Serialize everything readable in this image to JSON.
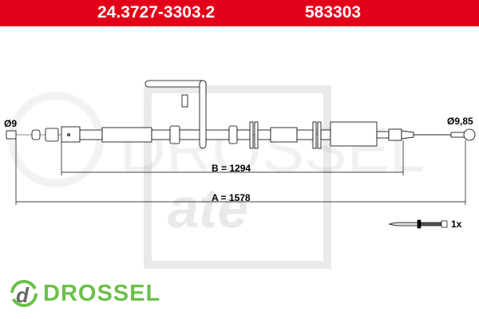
{
  "header": {
    "part_number": "24.3727-3303.2",
    "ref_number": "583303",
    "background": "#e2001a"
  },
  "diagram": {
    "left_diameter": "Ø9",
    "right_diameter": "Ø9,85",
    "dimension_b": "B = 1294",
    "dimension_a": "A = 1578",
    "accessory_qty": "1x"
  },
  "watermark": {
    "brand_logo": "ate",
    "drossel_text": "DROSSEL"
  },
  "footer_logo": {
    "text": "DROSSEL",
    "color": "#6cc04a"
  }
}
